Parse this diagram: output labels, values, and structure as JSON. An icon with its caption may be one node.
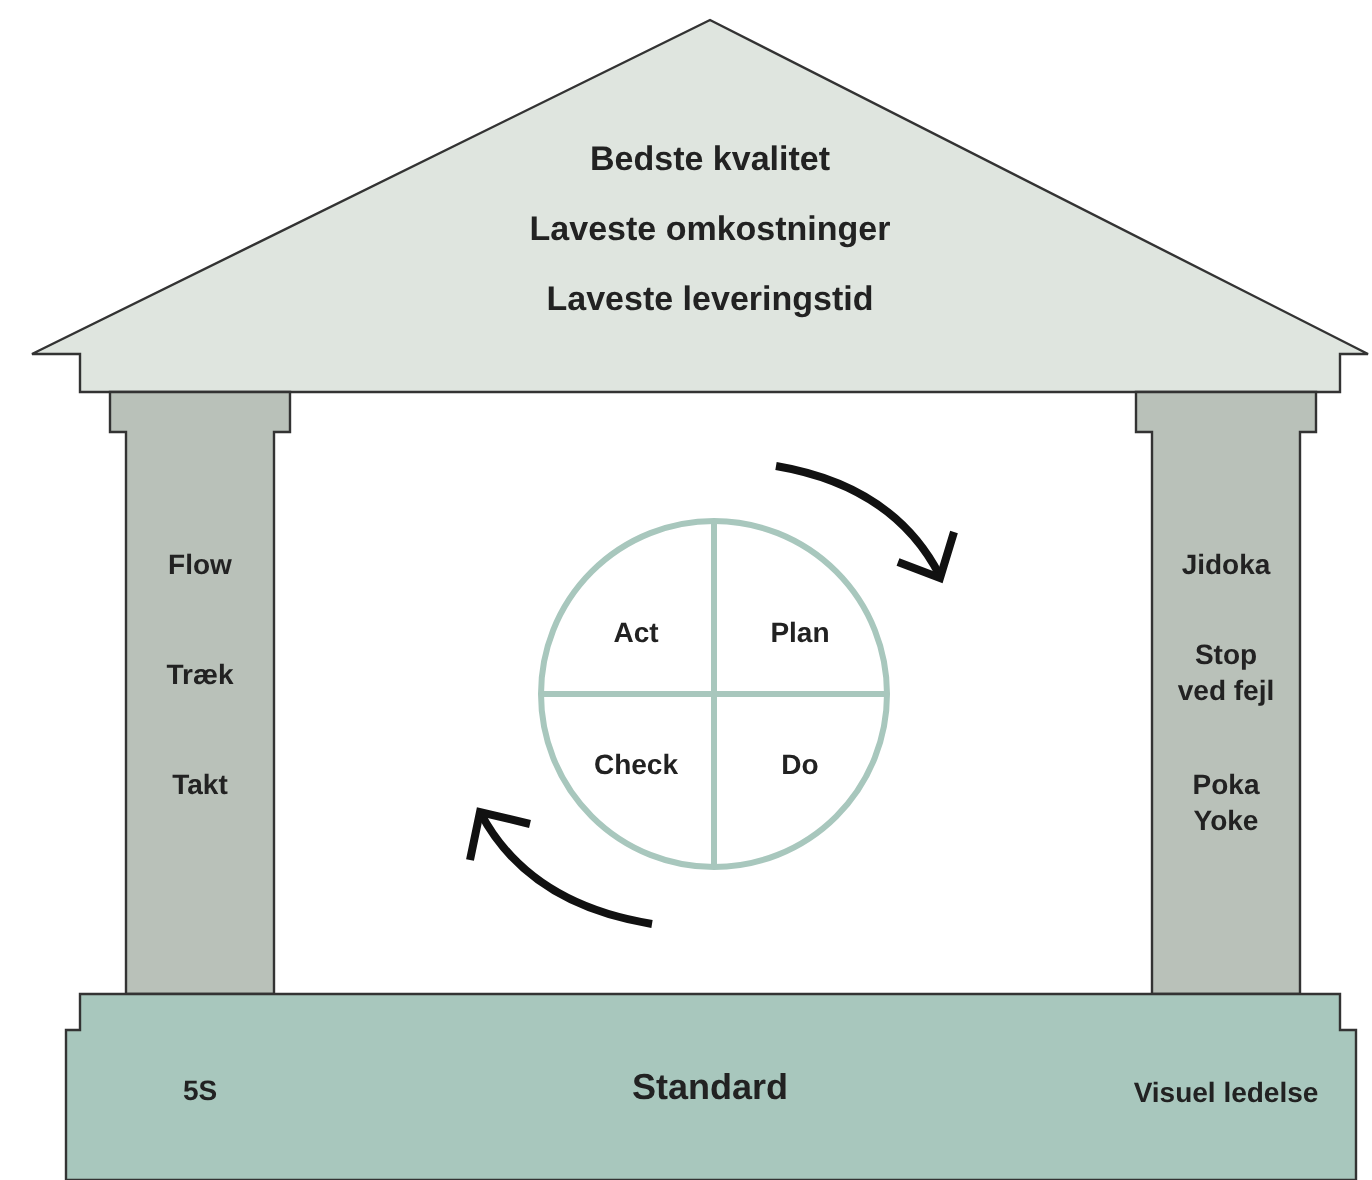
{
  "diagram": {
    "nodes": [
      {
        "text": [
          "Bedste kvalitet",
          "Laveste omkostninger",
          "Laveste leveringstid"
        ]
      },
      {
        "text": [
          "Flow",
          "Træk",
          "Takt"
        ]
      },
      {
        "text": [
          "Jidoka",
          "Stop ved fejl",
          "Poka Yoke"
        ]
      },
      {
        "text": [],
        "shape": "circle"
      },
      {
        "text": [
          "Act"
        ],
        "in": 3
      },
      {
        "text": [
          "Plan"
        ],
        "in": 3
      },
      {
        "text": [
          "Check"
        ],
        "in": 3
      },
      {
        "text": [
          "Do"
        ],
        "in": 3
      },
      {
        "text": [
          "5S",
          "Standard",
          "Visuel ledelse"
        ]
      }
    ]
  }
}
